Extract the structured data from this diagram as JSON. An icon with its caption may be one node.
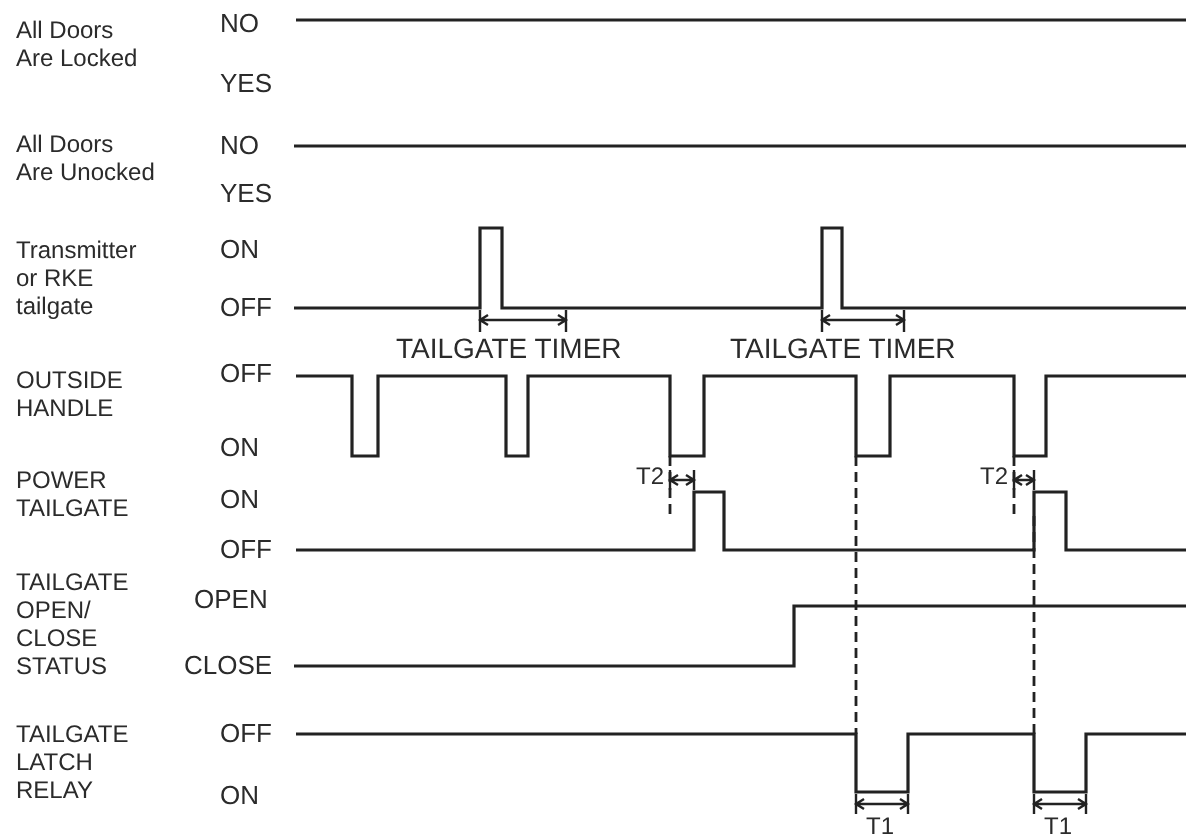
{
  "diagram": {
    "labels": [
      "All Doors Are Locked",
      "NO",
      "YES",
      "All Doors Are Unocked",
      "NO",
      "YES",
      "Transmitter or RKE tailgate",
      "ON",
      "OFF",
      "TAILGATE TIMER",
      "TAILGATE TIMER",
      "OUTSIDE HANDLE",
      "OFF",
      "ON",
      "T2",
      "T2",
      "POWER TAILGATE",
      "ON",
      "OFF",
      "TAILGATE OPEN/ CLOSE STATUS",
      "OPEN",
      "CLOSE",
      "TAILGATE LATCH RELAY",
      "OFF",
      "ON",
      "T1",
      "T1"
    ]
  }
}
